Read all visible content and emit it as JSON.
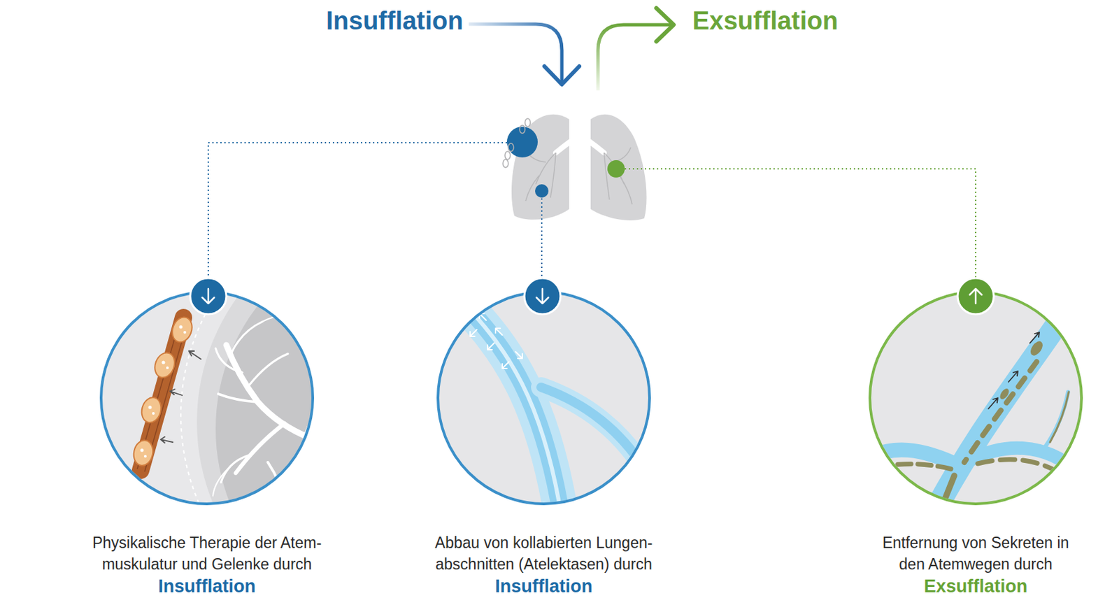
{
  "diagram": {
    "nodes": [
      {
        "text": [
          "Physikalische Therapie der Atem- muskulatur und Gelenke durch",
          "Insufflation"
        ]
      },
      {
        "text": [
          "Abbau von kollabierten Lungen- abschnitten (Atelektasen) durch",
          "Insufflation"
        ]
      },
      {
        "text": [
          "Entfernung von Sekreten in den Atemwegen durch",
          "Exsufflation"
        ]
      }
    ],
    "labels": [
      "Insufflation",
      "Exsufflation"
    ]
  }
}
